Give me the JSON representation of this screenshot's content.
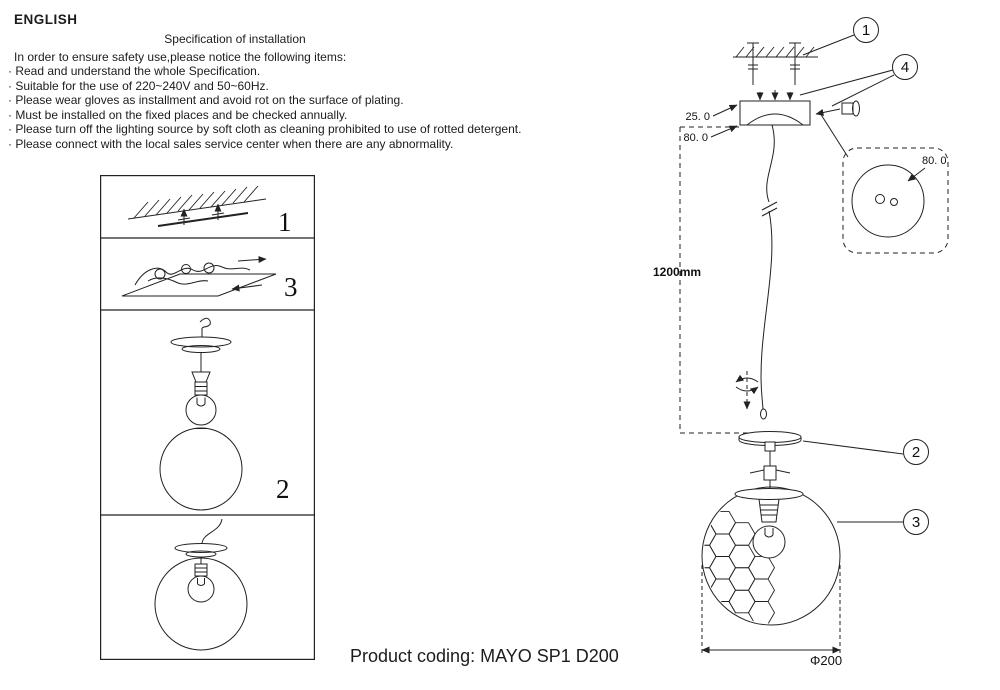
{
  "header": {
    "language": "ENGLISH",
    "title": "Specification of installation",
    "intro": "In order to ensure safety use,please notice the following items:",
    "bullets": [
      "· Read and understand the whole Specification.",
      "· Suitable for the use of 220~240V and 50~60Hz.",
      "· Please wear gloves as installment and avoid rot on the surface of plating.",
      "· Must be installed on the fixed places and be checked annually.",
      "· Please turn off the lighting source by soft cloth as cleaning prohibited to use of rotted detergent.",
      "· Please connect with the local sales service center when there are any abnormality."
    ]
  },
  "left_panel": {
    "step_numbers": [
      "1",
      "3",
      "2"
    ]
  },
  "drawing": {
    "callouts": [
      "1",
      "4",
      "2",
      "3"
    ],
    "dims": {
      "canopy_height": "25. 0",
      "canopy_width": "80. 0",
      "cord_length": "1200mm",
      "detail_diameter": "80. 0",
      "globe_diameter": "Φ200"
    }
  },
  "footer": {
    "product_coding": "Product coding: MAYO SP1 D200"
  }
}
